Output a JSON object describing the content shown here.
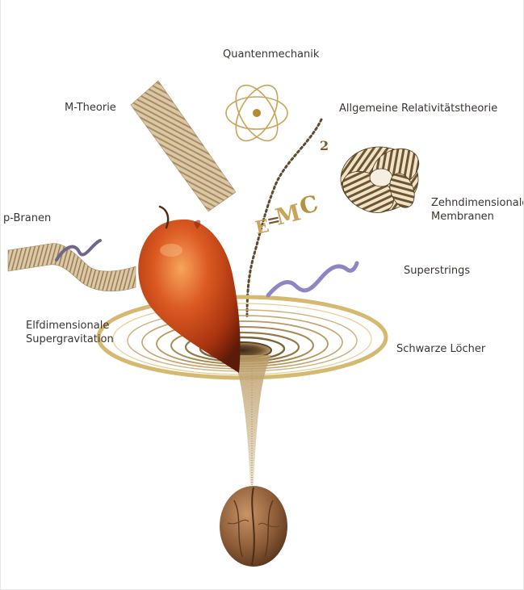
{
  "labels": {
    "quantenmechanik": "Quantenmechanik",
    "m_theorie": "M-Theorie",
    "allgemeine_relativitaetstheorie": "Allgemeine Relativitätstheorie",
    "zehndimensionale_line1": "Zehndimensionale",
    "zehndimensionale_line2": "Membranen",
    "p_branen": "p-Branen",
    "superstrings": "Superstrings",
    "elfdimensionale_line1": "Elfdimensionale",
    "elfdimensionale_line2": "Supergravitation",
    "schwarze_loecher": "Schwarze Löcher"
  },
  "formula": {
    "e": "E",
    "eq": "=",
    "m": "M",
    "c": "C",
    "exp": "2"
  },
  "colors": {
    "gold": "#c9a45a",
    "gold_dark": "#8a6a34",
    "apple_red": "#c8421b",
    "apple_highlight": "#f0a050",
    "string_purple": "#8e86c4",
    "walnut": "#8a5a36"
  },
  "icons": {
    "atom": "atom-icon",
    "apple": "apple-icon",
    "walnut": "walnut-icon",
    "membrane_knot": "membrane-knot-icon",
    "brane_strip": "brane-strip-icon",
    "m_theory_strip": "m-theory-strip-icon"
  }
}
